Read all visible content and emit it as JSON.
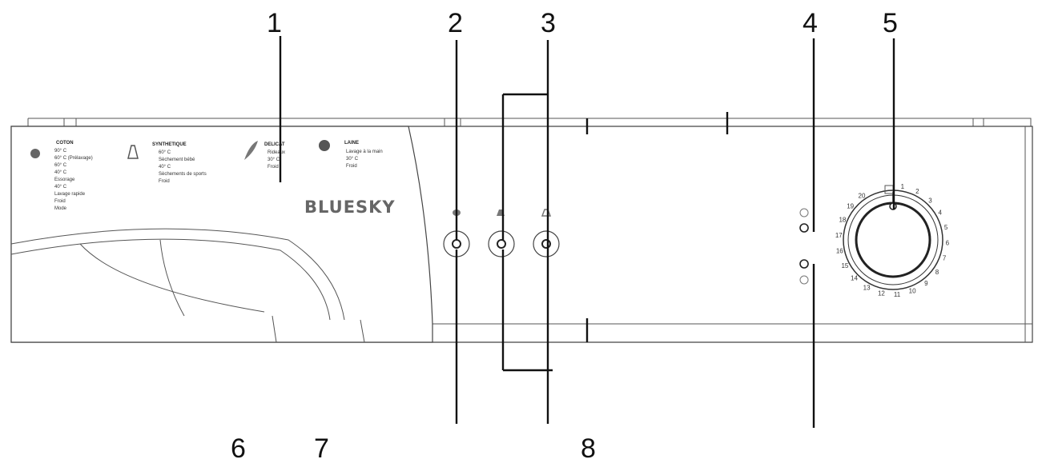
{
  "brand": "BLUESKY",
  "callouts": {
    "n1": "1",
    "n2": "2",
    "n3": "3",
    "n4": "4",
    "n5": "5",
    "n6": "6",
    "n7": "7",
    "n8": "8"
  },
  "programs": {
    "coton": {
      "title": "COTON",
      "items": [
        "90° C",
        "60° C (Prélavage)",
        "60° C",
        "40° C",
        "Essorage",
        "40° C",
        "Lavage rapide",
        "Froid",
        "Mode"
      ]
    },
    "synthetique": {
      "title": "SYNTHETIQUE",
      "items": [
        "60° C",
        "Sèchement bébé",
        "40° C",
        "Sèchements de sports",
        "Froid"
      ]
    },
    "delicat": {
      "title": "DELICAT",
      "items": [
        "Rideaux",
        "30° C",
        "Froid"
      ]
    },
    "laine": {
      "title": "LAINE",
      "items": [
        "Lavage à la main",
        "30° C",
        "Froid"
      ]
    }
  },
  "dial": {
    "numbers": [
      "1",
      "2",
      "3",
      "4",
      "5",
      "6",
      "7",
      "8",
      "9",
      "10",
      "11",
      "12",
      "13",
      "14",
      "15",
      "16",
      "17",
      "18",
      "19",
      "20"
    ]
  },
  "colors": {
    "line": "#111111",
    "outline": "#444444",
    "text": "#333333"
  }
}
